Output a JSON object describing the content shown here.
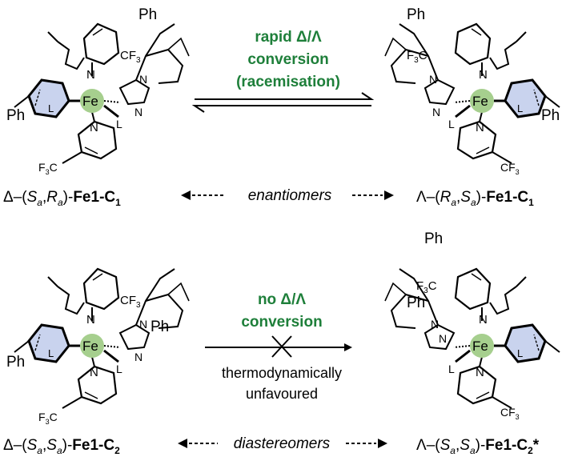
{
  "colors": {
    "green_text": "#1e7f3a",
    "fe_center": "#a6cf8e",
    "ring_fill": "#c9d3ee",
    "bond": "#000000"
  },
  "equilibrium": {
    "line1": "rapid Δ/Λ",
    "line2": "conversion",
    "line3": "(racemisation)"
  },
  "blocked": {
    "line1": "no Δ/Λ",
    "line2": "conversion",
    "reason1": "thermodynamically",
    "reason2": "unfavoured"
  },
  "relations": {
    "top": "enantiomers",
    "bottom": "diastereomers"
  },
  "compounds": {
    "top_left": {
      "prefix": "Δ–(",
      "s1": "S",
      "sub1": "a",
      "sep": ",",
      "s2": "R",
      "sub2": "a",
      "close": ")-",
      "name": "Fe1-C",
      "num": "1",
      "star": ""
    },
    "top_right": {
      "prefix": "Λ–(",
      "s1": "R",
      "sub1": "a",
      "sep": ",",
      "s2": "S",
      "sub2": "a",
      "close": ")-",
      "name": "Fe1-C",
      "num": "1",
      "star": ""
    },
    "bot_left": {
      "prefix": "Δ–(",
      "s1": "S",
      "sub1": "a",
      "sep": ",",
      "s2": "S",
      "sub2": "a",
      "close": ")-",
      "name": "Fe1-C",
      "num": "2",
      "star": ""
    },
    "bot_right": {
      "prefix": "Λ–(",
      "s1": "S",
      "sub1": "a",
      "sep": ",",
      "s2": "S",
      "sub2": "a",
      "close": ")-",
      "name": "Fe1-C",
      "num": "2",
      "star": "*"
    }
  },
  "atoms": {
    "fe": "Fe",
    "ph": "Ph",
    "n": "N",
    "l": "L",
    "cf3_main": "CF",
    "cf3_sub": "3",
    "f3c_pre": "F",
    "f3c_sub": "3",
    "f3c_post": "C"
  }
}
